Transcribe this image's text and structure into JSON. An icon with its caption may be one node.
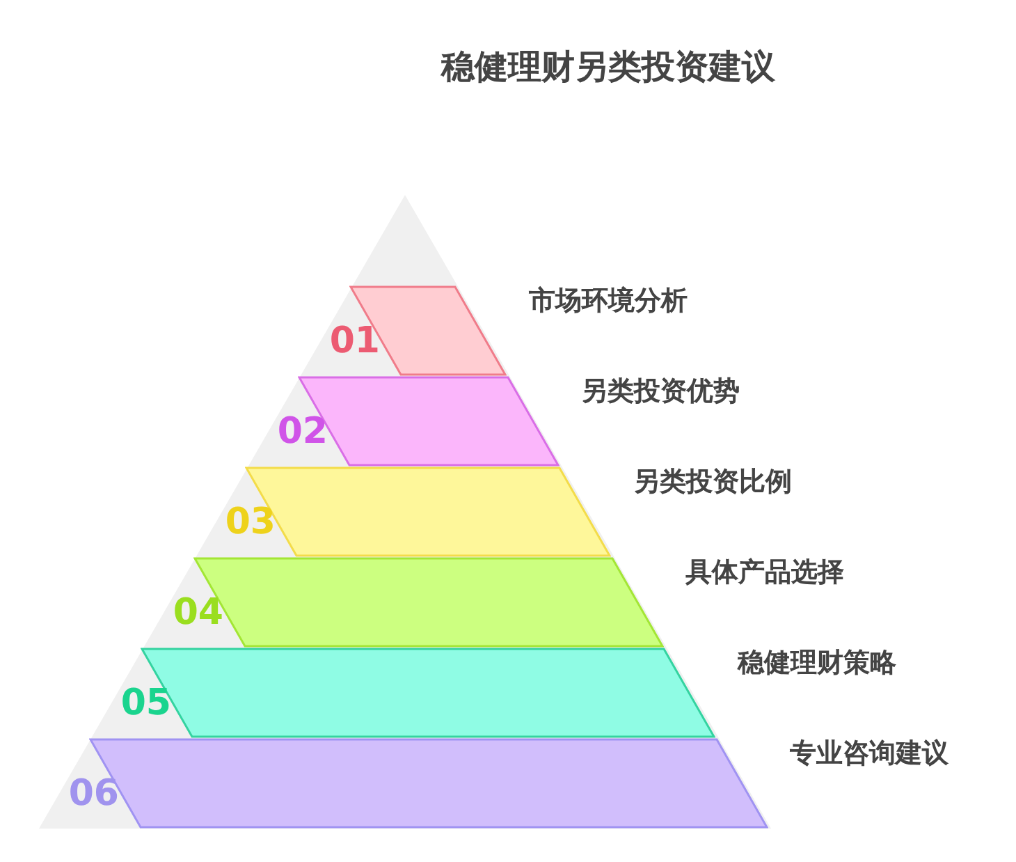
{
  "diagram": {
    "title": "稳健理财另类投资建议",
    "nodes": [
      {
        "text": [],
        "shape": "bar",
        "beside": [
          "01",
          "市场环境分析"
        ]
      },
      {
        "text": [],
        "shape": "bar",
        "beside": [
          "02",
          "另类投资优势"
        ]
      },
      {
        "text": [],
        "shape": "bar",
        "beside": [
          "03",
          "另类投资比例"
        ]
      },
      {
        "text": [],
        "shape": "bar",
        "beside": [
          "04",
          "具体产品选择"
        ]
      },
      {
        "text": [],
        "shape": "bar",
        "beside": [
          "05",
          "稳健理财策略"
        ]
      },
      {
        "text": [],
        "shape": "bar",
        "beside": [
          "06",
          "专业咨询建议"
        ]
      }
    ]
  }
}
